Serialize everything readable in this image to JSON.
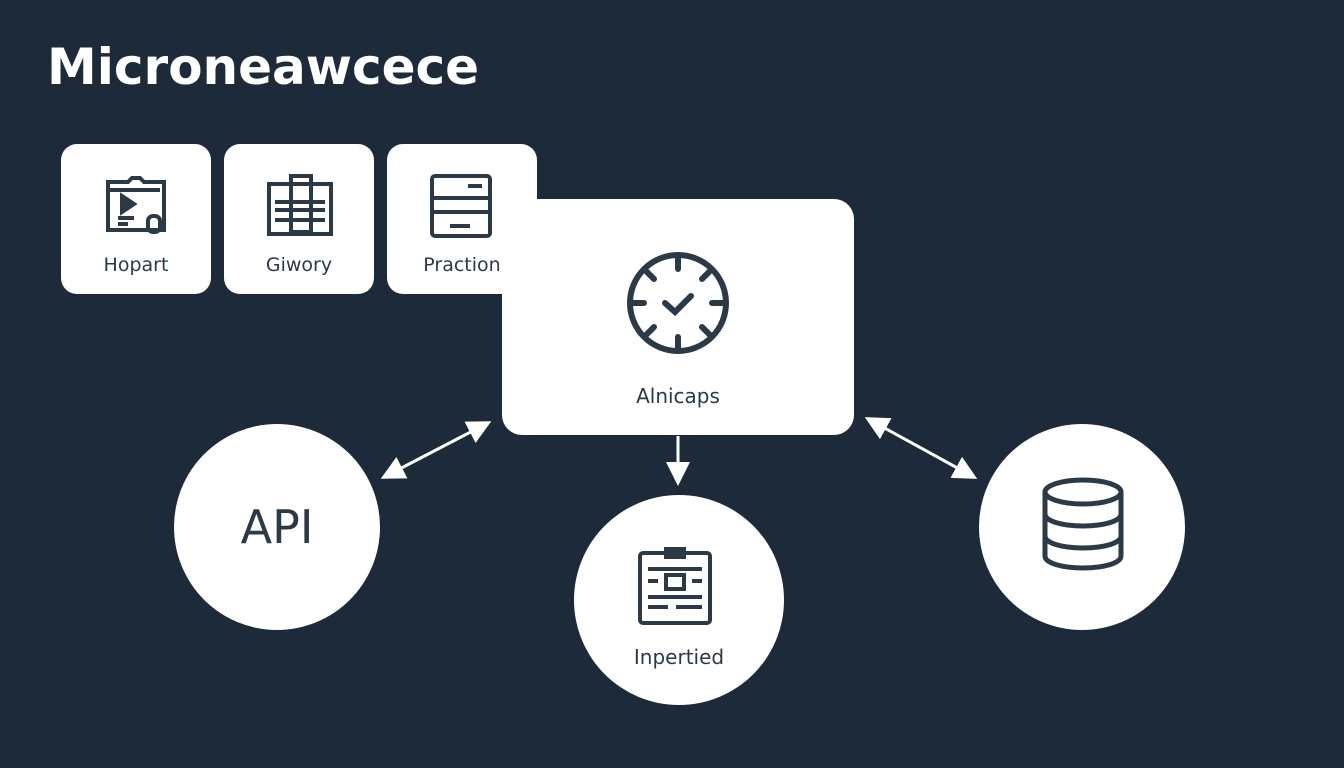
{
  "title": "Microneawcece",
  "cards": [
    {
      "label": "Hopart",
      "icon": "video-window-icon"
    },
    {
      "label": "Giwory",
      "icon": "document-stack-icon"
    },
    {
      "label": "Praction",
      "icon": "form-list-icon"
    }
  ],
  "central": {
    "label": "Alnicaps",
    "icon": "gear-check-icon"
  },
  "nodes": {
    "api": {
      "label": "API"
    },
    "inpertied": {
      "label": "Inpertied",
      "icon": "id-card-icon"
    },
    "database": {
      "icon": "database-icon"
    }
  },
  "colors": {
    "background": "#1d2a3a",
    "card": "#ffffff",
    "icon": "#2c3a48"
  }
}
